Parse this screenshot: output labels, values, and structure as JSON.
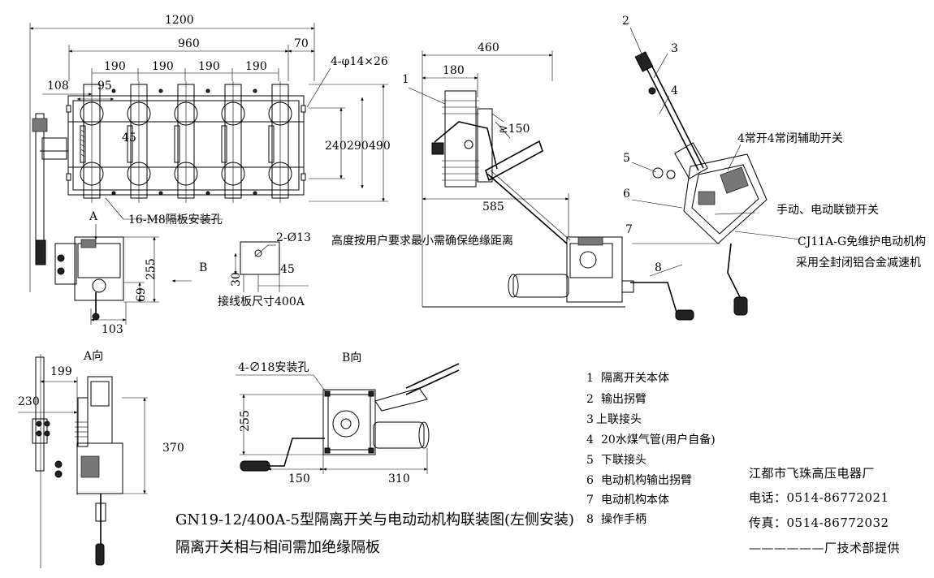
{
  "dimensions": {
    "top_view": {
      "total_width": "1200",
      "inner_width": "960",
      "right_offset": "70",
      "pitch_1": "190",
      "pitch_2": "190",
      "pitch_3": "190",
      "pitch_4": "190",
      "left_offset": "108",
      "small_offset": "95",
      "hole_spacing": "45",
      "height_1": "240",
      "height_2": "290",
      "height_3": "490",
      "mounting_holes": "4-φ14×26",
      "partition_holes": "16-M8隔板安装孔",
      "mech_height": "255",
      "mech_low": "69",
      "mech_width": "103",
      "view_a": "A",
      "view_b": "B"
    },
    "terminal_plate": {
      "holes": "2-Ø13",
      "dim_30": "30",
      "dim_45": "45",
      "caption": "接线板尺寸400A"
    },
    "side_view": {
      "width": "460",
      "inner": "180",
      "clearance": "≥150",
      "length": "585",
      "note": "高度按用户要求最小需确保绝缘距离"
    },
    "view_a": {
      "title": "A向",
      "w_199": "199",
      "w_230": "230",
      "h_370": "370"
    },
    "view_b": {
      "title": "B向",
      "holes": "4-∅18安装孔",
      "h_255": "255",
      "w_150": "150",
      "w_310": "310"
    }
  },
  "callouts": {
    "c1": "1",
    "c2": "2",
    "c3": "3",
    "c4": "4",
    "c5": "5",
    "c6": "6",
    "c7": "7",
    "c8": "8",
    "aux_switch": "4常开4常闭辅助开关",
    "interlock": "手动、电动联锁开关",
    "mech_1": "CJ11A-G免维护电动机构",
    "mech_2": "采用全封闭铝合金减速机"
  },
  "title": {
    "line1": "GN19-12/400A-5型隔离开关与电动动机构联装图(左侧安装)",
    "line2": "隔离开关相与相间需加绝缘隔板"
  },
  "legend": [
    {
      "num": "1",
      "label": "隔离开关本体"
    },
    {
      "num": "2",
      "label": "输出拐臂"
    },
    {
      "num": "3",
      "label": "上联接头"
    },
    {
      "num": "4",
      "label": "20水煤气管(用户自备)"
    },
    {
      "num": "5",
      "label": "下联接头"
    },
    {
      "num": "6",
      "label": "电动机构输出拐臂"
    },
    {
      "num": "7",
      "label": "电动机构本体"
    },
    {
      "num": "8",
      "label": "操作手柄"
    }
  ],
  "company": {
    "name": "江都市飞珠高压电器厂",
    "phone": "电话：0514-86772021",
    "fax": "传真：0514-86772032",
    "credit": "——————厂技术部提供"
  }
}
